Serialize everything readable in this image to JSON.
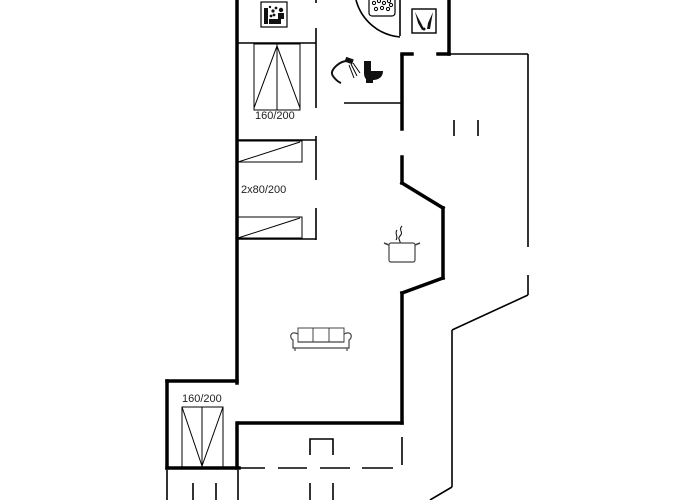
{
  "plan": {
    "type": "floor-plan",
    "rooms": [
      {
        "id": "bedroom-1",
        "bed_label": "160/200"
      },
      {
        "id": "bedroom-2",
        "bed_label": "2x80/200"
      },
      {
        "id": "bedroom-3",
        "bed_label": "160/200"
      },
      {
        "id": "bathroom",
        "fixtures": [
          "shower-icon",
          "toilet-icon"
        ]
      },
      {
        "id": "sauna",
        "fixtures": [
          "sauna-icon"
        ]
      },
      {
        "id": "spa",
        "fixtures": [
          "whirlpool-icon"
        ]
      },
      {
        "id": "utility",
        "fixtures": [
          "washing-machine-icon"
        ]
      },
      {
        "id": "kitchen",
        "fixtures": [
          "cooking-pot-icon"
        ]
      },
      {
        "id": "living-room",
        "fixtures": [
          "sofa-icon"
        ]
      },
      {
        "id": "terrace"
      }
    ],
    "labels": {
      "bed_top": "160/200",
      "bed_middle": "2x80/200",
      "bed_bottom": "160/200"
    },
    "colors": {
      "wall": "#000000",
      "background": "#ffffff",
      "icon_stroke": "#555555"
    }
  }
}
